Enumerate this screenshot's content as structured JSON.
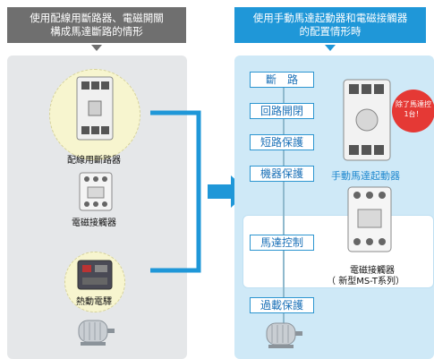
{
  "left": {
    "header_line1": "使用配線用斷路器、電磁開關",
    "header_line2": "構成馬達斷路的情形",
    "devices": [
      {
        "label": "配線用斷路器",
        "icon": "breaker-icon"
      },
      {
        "label": "電磁接觸器",
        "icon": "contactor-icon"
      },
      {
        "label": "熱動電驛",
        "icon": "relay-icon"
      },
      {
        "label": "",
        "icon": "motor-icon"
      }
    ]
  },
  "right": {
    "header_line1": "使用手動馬達起動器和電磁接觸器",
    "header_line2": "的配置情形時",
    "steps": [
      "斷　路",
      "回路開閉",
      "短路保護",
      "機器保護",
      "馬達控制",
      "過載保護"
    ],
    "starter_label": "手動馬達起動器",
    "contactor_label_line1": "電磁接觸器",
    "contactor_label_line2": "（ 新型MS-T系列）",
    "badge_line1": "除了馬達控",
    "badge_line2": "1台！"
  },
  "colors": {
    "left_header": "#6f6f6f",
    "right_header": "#1f97d8",
    "left_panel": "#e5e7e9",
    "right_panel": "#cfe9f7",
    "arrow": "#1f97d8",
    "badge": "#e53935"
  }
}
